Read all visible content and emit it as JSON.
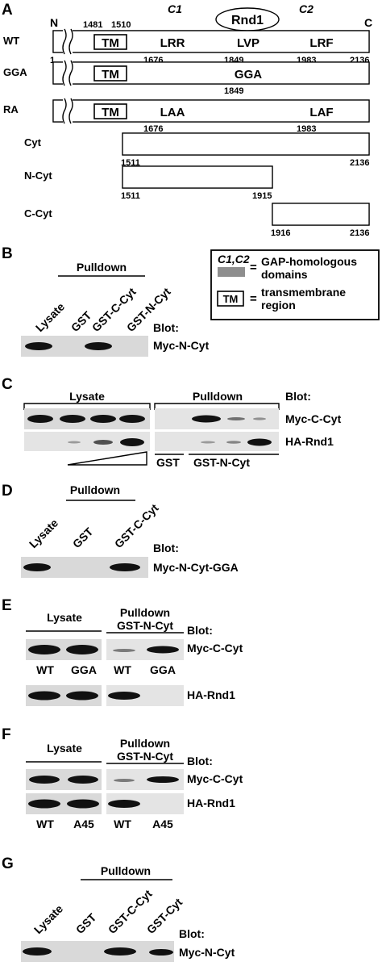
{
  "panel_a": {
    "letter": "A",
    "n_term": "N",
    "c_term": "C",
    "c1": "C1",
    "c2": "C2",
    "rnd1": "Rnd1",
    "tm": "TM",
    "pos_1481": "1481",
    "pos_1510": "1510",
    "pos_1": "1",
    "pos_1676": "1676",
    "pos_1849": "1849",
    "pos_1983": "1983",
    "pos_2136": "2136",
    "pos_1511": "1511",
    "pos_1915": "1915",
    "pos_1916": "1916",
    "rows": {
      "wt": {
        "label": "WT",
        "d1": "LRR",
        "d2": "LVP",
        "d3": "LRF"
      },
      "gga": {
        "label": "GGA",
        "d2": "GGA"
      },
      "ra": {
        "label": "RA",
        "d1": "LAA",
        "d3": "LAF"
      },
      "cyt": {
        "label": "Cyt"
      },
      "ncyt": {
        "label": "N-Cyt"
      },
      "ccyt": {
        "label": "C-Cyt"
      }
    }
  },
  "legend": {
    "c1c2": "C1,C2",
    "eq1": "=",
    "gap1": "GAP-homologous",
    "gap2": "domains",
    "tm": "TM",
    "eq2": "=",
    "tm1": "transmembrane",
    "tm2": "region"
  },
  "panel_b": {
    "letter": "B",
    "pulldown": "Pulldown",
    "lanes": [
      "Lysate",
      "GST",
      "GST-C-Cyt",
      "GST-N-Cyt"
    ],
    "blot": "Blot:",
    "blot_label": "Myc-N-Cyt"
  },
  "panel_c": {
    "letter": "C",
    "lysate": "Lysate",
    "pulldown": "Pulldown",
    "blot": "Blot:",
    "blot1": "Myc-C-Cyt",
    "blot2": "HA-Rnd1",
    "gst": "GST",
    "gst_ncyt": "GST-N-Cyt"
  },
  "panel_d": {
    "letter": "D",
    "pulldown": "Pulldown",
    "lanes": [
      "Lysate",
      "GST",
      "GST-C-Cyt"
    ],
    "blot": "Blot:",
    "blot_label": "Myc-N-Cyt-GGA"
  },
  "panel_e": {
    "letter": "E",
    "lysate": "Lysate",
    "pulldown": "Pulldown",
    "gst_ncyt": "GST-N-Cyt",
    "blot": "Blot:",
    "blot1": "Myc-C-Cyt",
    "blot2": "HA-Rnd1",
    "lanes": [
      "WT",
      "GGA",
      "WT",
      "GGA"
    ]
  },
  "panel_f": {
    "letter": "F",
    "lysate": "Lysate",
    "pulldown": "Pulldown",
    "gst_ncyt": "GST-N-Cyt",
    "blot": "Blot:",
    "blot1": "Myc-C-Cyt",
    "blot2": "HA-Rnd1",
    "lanes": [
      "WT",
      "A45",
      "WT",
      "A45"
    ]
  },
  "panel_g": {
    "letter": "G",
    "pulldown": "Pulldown",
    "lanes": [
      "Lysate",
      "GST",
      "GST-C-Cyt",
      "GST-Cyt"
    ],
    "blot": "Blot:",
    "blot_label": "Myc-N-Cyt"
  }
}
